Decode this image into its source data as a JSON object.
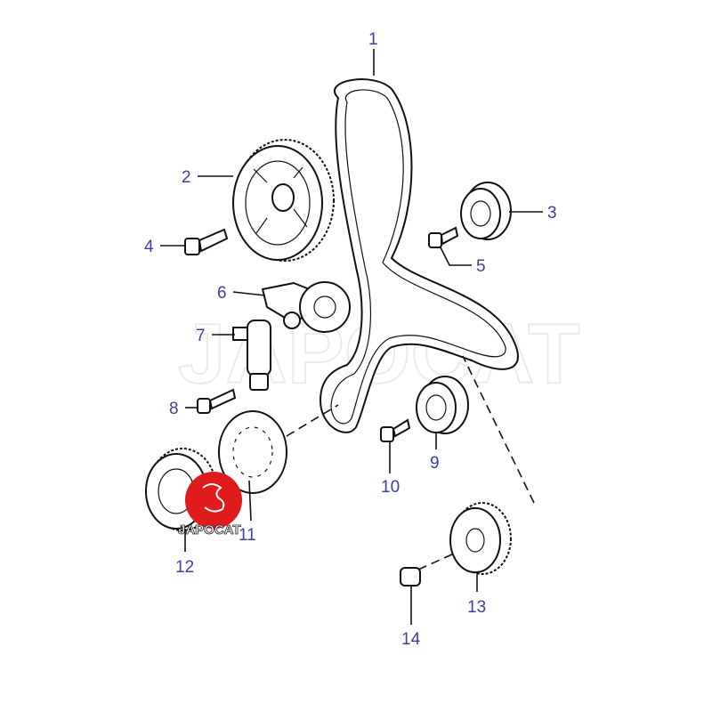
{
  "watermark": "JAPOCAT",
  "logo": {
    "text": "JAPOCAT",
    "color": "#e01b1b"
  },
  "label_color": "#3b3fa0",
  "callouts": [
    "1",
    "2",
    "3",
    "4",
    "5",
    "6",
    "7",
    "8",
    "9",
    "10",
    "11",
    "12",
    "13",
    "14"
  ]
}
